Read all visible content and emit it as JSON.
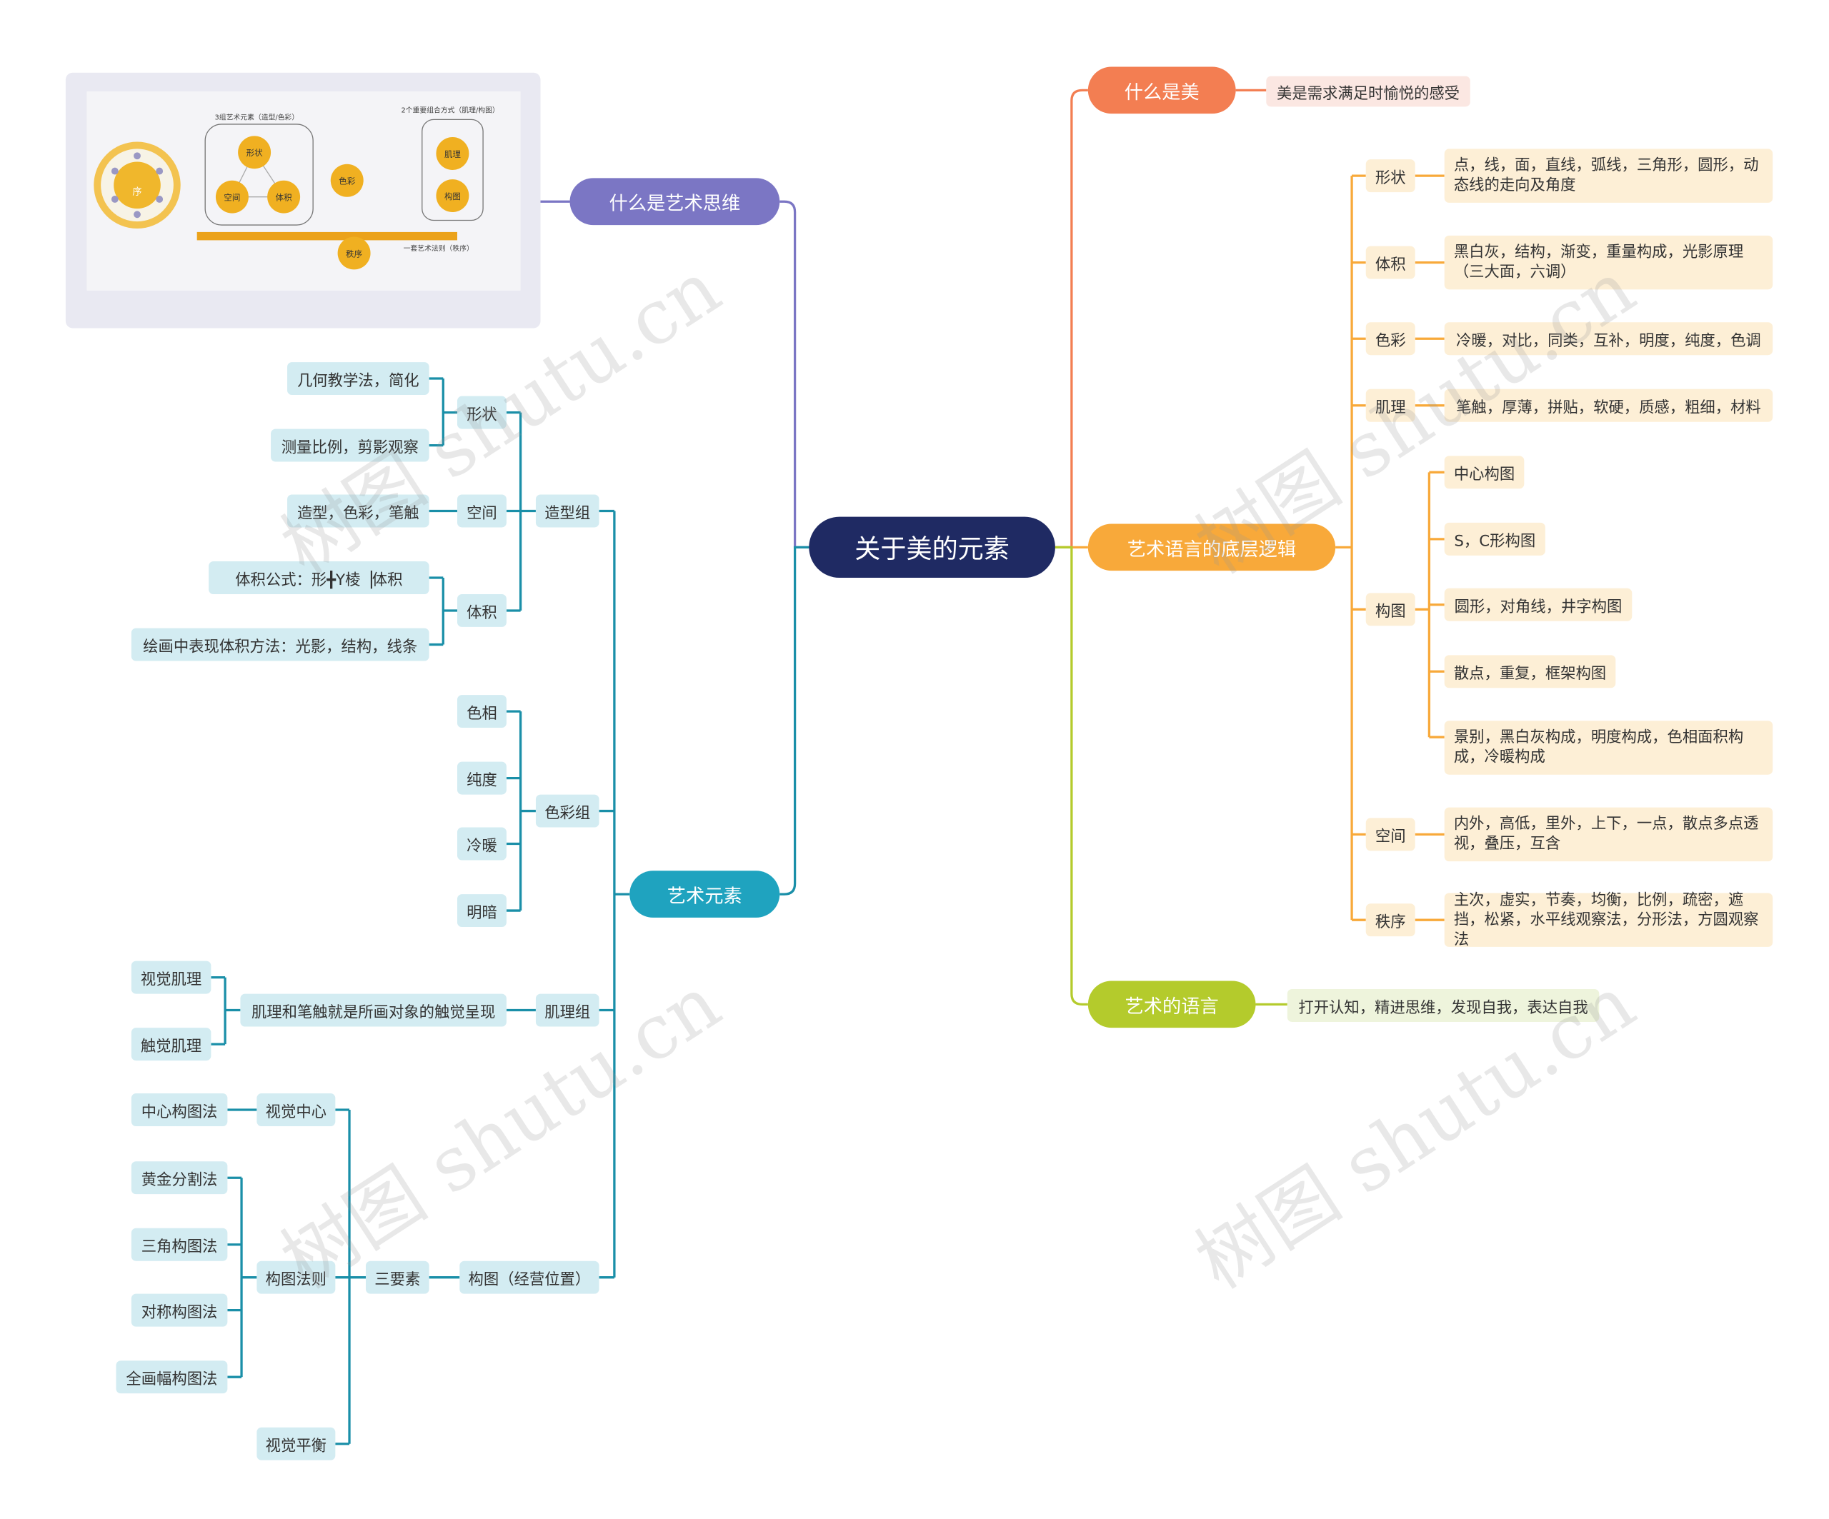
{
  "root": "关于美的元素",
  "branches": {
    "thinking": "什么是艺术思维",
    "elements": "艺术元素",
    "beauty": "什么是美",
    "logic": "艺术语言的底层逻辑",
    "language": "艺术的语言"
  },
  "thumbnail": {
    "group_left": "3组艺术元素（造型/色彩）",
    "group_right": "2个重要组合方式（肌理/构图）",
    "shape": "形状",
    "space": "空间",
    "volume": "体积",
    "color": "色彩",
    "texture": "肌理",
    "composition": "构图",
    "order": "秩序",
    "center": "序",
    "law": "一套艺术法则（秩序）"
  },
  "beauty": {
    "desc": "美是需求满足时愉悦的感受"
  },
  "logic": {
    "shape": "形状",
    "shape_desc": "点，线，面，直线，弧线，三角形，圆形，动态线的走向及角度",
    "volume": "体积",
    "volume_desc": "黑白灰，结构，渐变，重量构成，光影原理（三大面，六调）",
    "color": "色彩",
    "color_desc": "冷暖，对比，同类，互补，明度，纯度，色调",
    "texture": "肌理",
    "texture_desc": "笔触，厚薄，拼贴，软硬，质感，粗细，材料",
    "composition": "构图",
    "comp_items": [
      "中心构图",
      "S，C形构图",
      "圆形，对角线，井字构图",
      "散点，重复，框架构图",
      "景别，黑白灰构成，明度构成，色相面积构成，冷暖构成"
    ],
    "space": "空间",
    "space_desc": "内外，高低，里外，上下，一点，散点多点透视，叠压，互含",
    "order": "秩序",
    "order_desc": "主次，虚实，节奏，均衡，比例，疏密，遮挡，松紧，水平线观察法，分形法，方圆观察法"
  },
  "language": {
    "desc": "打开认知，精进思维，发现自我，表达自我"
  },
  "elements": {
    "modeling": "造型组",
    "shape": "形状",
    "shape_a": "几何教学法，简化",
    "shape_b": "测量比例，剪影观察",
    "space": "空间",
    "space_a": "造型，色彩，笔触",
    "volume": "体积",
    "volume_a": "体积公式：形╋Y棱▕体积",
    "volume_b": "绘画中表现体积方法：光影，结构，线条",
    "color_group": "色彩组",
    "colors": [
      "色相",
      "纯度",
      "冷暖",
      "明暗"
    ],
    "texture_group": "肌理组",
    "texture_mid": "肌理和笔触就是所画对象的触觉呈现",
    "texture_a": "视觉肌理",
    "texture_b": "触觉肌理",
    "composition": "构图（经营位置）",
    "three": "三要素",
    "visual_center": "视觉中心",
    "center_method": "中心构图法",
    "rules": "构图法则",
    "rule_items": [
      "黄金分割法",
      "三角构图法",
      "对称构图法",
      "全画幅构图法"
    ],
    "balance": "视觉平衡"
  },
  "watermark": "树图 shutu.cn",
  "colors": {
    "purple": "#7b76c4",
    "teal": "#1fa3bf",
    "orange": "#f37e52",
    "amber": "#f8a93a",
    "lime": "#b4cb2c",
    "navy": "#1f2a63"
  }
}
